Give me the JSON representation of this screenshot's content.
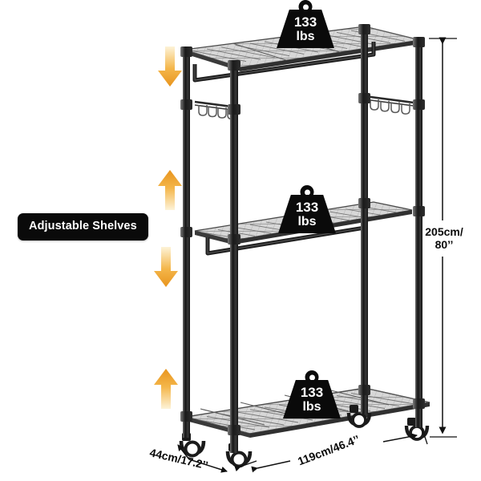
{
  "product": {
    "name": "3-tier adjustable garment rack",
    "alt": "Black wire shelving garment rack with rolling casters"
  },
  "feature_label": {
    "text": "Adjustable Shelves",
    "bg": "#0a0a0a",
    "fg": "#ffffff"
  },
  "capacity_badges": [
    {
      "id": "top-shelf",
      "value": "133",
      "unit": "lbs",
      "icon": "weight-icon"
    },
    {
      "id": "middle-shelf",
      "value": "133",
      "unit": "lbs",
      "icon": "weight-icon"
    },
    {
      "id": "bottom-shelf",
      "value": "133",
      "unit": "lbs",
      "icon": "weight-icon"
    }
  ],
  "dimensions": {
    "height": {
      "line1": "205cm/",
      "line2": "80’’",
      "axis": "vertical"
    },
    "width": {
      "text": "119cm/46.4’’",
      "axis": "horizontal-diagonal"
    },
    "depth": {
      "text": "44cm/17.2’’",
      "axis": "depth-diagonal"
    }
  },
  "adjust_arrows": [
    {
      "id": "arrow-1",
      "direction": "down"
    },
    {
      "id": "arrow-2",
      "direction": "up"
    },
    {
      "id": "arrow-3",
      "direction": "down"
    },
    {
      "id": "arrow-4",
      "direction": "up"
    }
  ],
  "colors": {
    "accent_arrow_light": "#fdf0cf",
    "accent_arrow_dark": "#ef9d2a",
    "frame": "#2b2b2b",
    "mesh": "#6b6b6b",
    "dimension_line": "#111111",
    "background": "#ffffff"
  }
}
